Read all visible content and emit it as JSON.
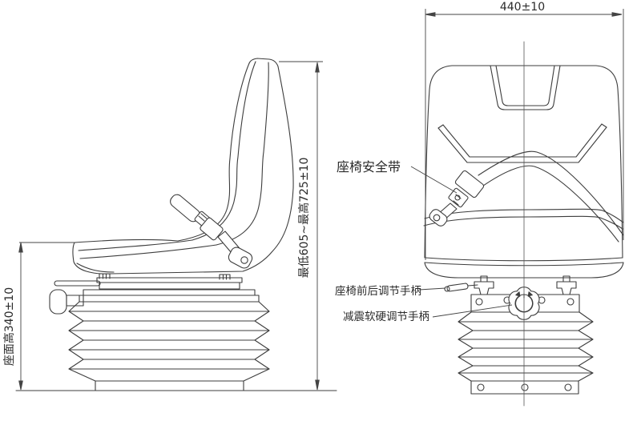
{
  "drawing": {
    "dimensions": {
      "overall_width": "440±10",
      "height_range": "最低605~最高725±10",
      "seat_surface_height": "座面高340±10"
    },
    "callouts": {
      "seat_belt": "座椅安全带",
      "fore_aft_handle": "座椅前后调节手柄",
      "damper_handle": "减震软硬调节手柄"
    },
    "colors": {
      "background": "#ffffff",
      "line": "#3d3d3d",
      "text": "#2b2b2b"
    }
  }
}
